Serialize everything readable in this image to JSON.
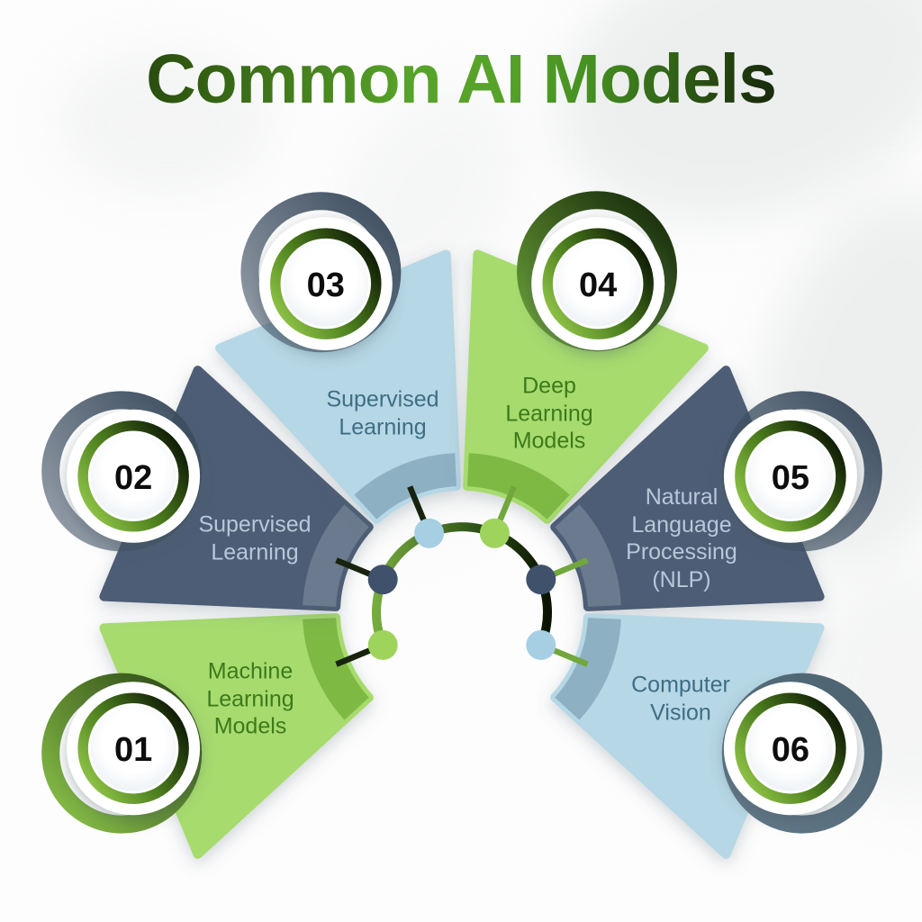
{
  "title": "Common AI Models",
  "title_gradient_stops": [
    "#15180f",
    "#2c520f",
    "#57a329",
    "#459021",
    "#1b300c",
    "#111410"
  ],
  "background": {
    "color": "#fdfdfd",
    "watermark_color": "#e6e9e8"
  },
  "badge": {
    "face_color": "#ffffff",
    "face_edge_color": "#e9eff4",
    "number_color": "#0d0d0d",
    "ring_gradient": [
      "#93c84a",
      "#4d7f1e",
      "#0b1404"
    ]
  },
  "hub": {
    "arc_gradient": [
      "#76ab3e",
      "#33571a",
      "#0a1402"
    ]
  },
  "segments": [
    {
      "number": "01",
      "label": "Machine\nLearning\nModels",
      "fill": "#a7db6e",
      "band": "#7eb944",
      "label_color": "#3c7a1a",
      "dot": "#9ed45c",
      "spoke": "#17230e",
      "backdrop": {
        "from": "#8bc34a",
        "to": "#2c4712"
      }
    },
    {
      "number": "02",
      "label": "Supervised\nLearning",
      "fill": "#4e5d74",
      "band": "#6b7a8e",
      "label_color": "#b9c7d9",
      "dot": "#3f516b",
      "spoke": "#17230e",
      "backdrop": {
        "from": "#42536688",
        "to": "#3b4b5d"
      }
    },
    {
      "number": "03",
      "label": "Supervised\nLearning",
      "fill": "#b6d7e5",
      "band": "#8db1c3",
      "label_color": "#3e6e84",
      "dot": "#a6cfe3",
      "spoke": "#17230e",
      "backdrop": {
        "from": "#42536688",
        "to": "#3b4b5d"
      }
    },
    {
      "number": "04",
      "label": "Deep\nLearning\nModels",
      "fill": "#a7db6e",
      "band": "#7eb944",
      "label_color": "#3c7a1a",
      "dot": "#9ed45c",
      "spoke": "#71a73c",
      "backdrop": {
        "from": "#6da437",
        "to": "#14260a"
      }
    },
    {
      "number": "05",
      "label": "Natural\nLanguage\nProcessing\n(NLP)",
      "fill": "#4e5d74",
      "band": "#6b7a8e",
      "label_color": "#b9c7d9",
      "dot": "#3f516b",
      "spoke": "#71a73c",
      "backdrop": {
        "from": "#42536688",
        "to": "#3b4b5d"
      }
    },
    {
      "number": "06",
      "label": "Computer\nVision",
      "fill": "#b6d7e5",
      "band": "#8db1c3",
      "label_color": "#3e6e84",
      "dot": "#a6cfe3",
      "spoke": "#71a73c",
      "backdrop": {
        "from": "#62798a",
        "to": "#4c626f"
      }
    }
  ]
}
